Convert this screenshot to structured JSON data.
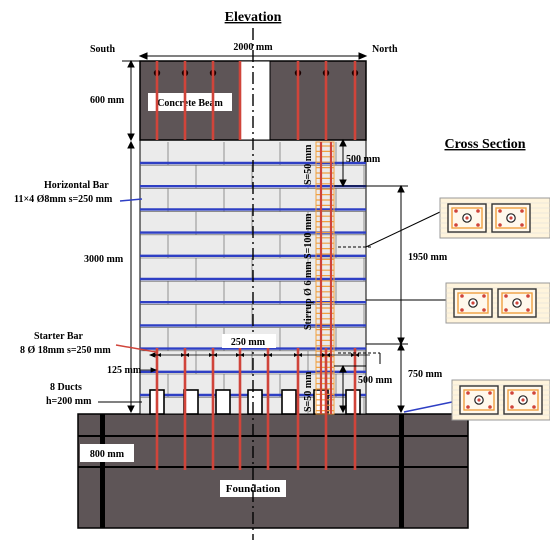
{
  "title": "Elevation",
  "cross_section_title": "Cross Section",
  "directions": {
    "left": "South",
    "right": "North"
  },
  "labels": {
    "width": "2000 mm",
    "beam_height": "600 mm",
    "concrete_beam": "Concrete Beam",
    "wall_height": "3000 mm",
    "horizontal_bar_1": "Horizontal Bar",
    "horizontal_bar_2": "11×4 Ø8mm s=250 mm",
    "starter_bar_1": "Starter Bar",
    "starter_bar_2": "8 Ø 18mm s=250 mm",
    "spacing_125": "125 mm",
    "spacing_250": "250 mm",
    "ducts_1": "8 Ducts",
    "ducts_2": "h=200 mm",
    "foundation_height": "800 mm",
    "foundation": "Foundation",
    "stirrup_top": "S=50 mm",
    "stirrup_mid": "Stirrup Ø 6 mm S=100 mm",
    "stirrup_bottom": "S=50 mm",
    "dim_500_top": "500 mm",
    "dim_500_bottom": "500 mm",
    "dim_1950": "1950 mm",
    "dim_750": "750 mm"
  },
  "colors": {
    "concrete": "#5e5557",
    "masonry": "#ebebeb",
    "horizontal_bar": "#2e3fc4",
    "vertical_bar": "#d0443a",
    "stirrup": "#f0a040",
    "cross_section_fill": "#fff4dc"
  }
}
